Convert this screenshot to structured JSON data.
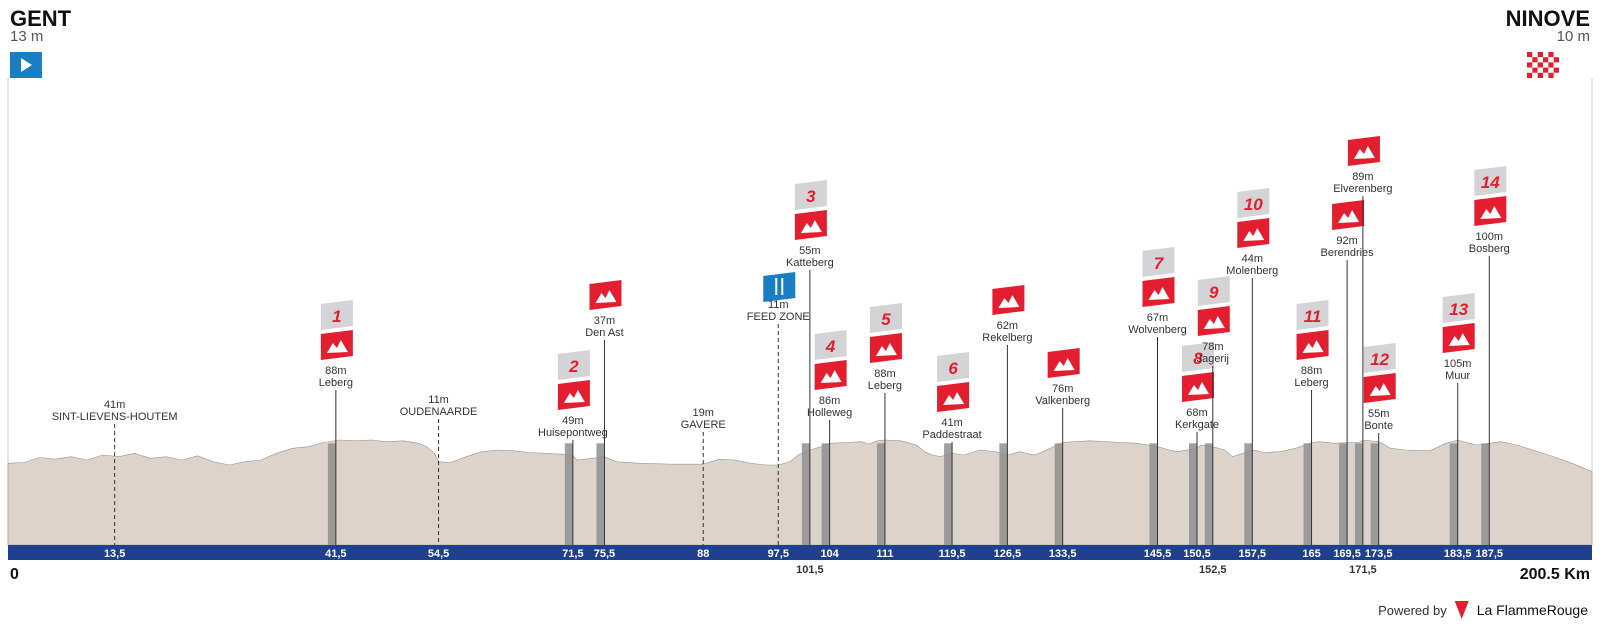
{
  "start": {
    "name": "GENT",
    "altitude": "13 m"
  },
  "finish": {
    "name": "NINOVE",
    "altitude": "10 m"
  },
  "axis": {
    "start_km": "0",
    "end_km": "200.5 Km"
  },
  "powered": {
    "label": "Powered by",
    "brand": "La FlammeRouge"
  },
  "chart_data": {
    "type": "area",
    "xlim": [
      0,
      200.5
    ],
    "profile": [
      [
        0,
        20
      ],
      [
        2,
        21
      ],
      [
        4,
        27
      ],
      [
        6,
        25
      ],
      [
        8,
        28
      ],
      [
        10,
        24
      ],
      [
        12,
        30
      ],
      [
        14,
        28
      ],
      [
        16,
        32
      ],
      [
        18,
        26
      ],
      [
        20,
        28
      ],
      [
        22,
        24
      ],
      [
        24,
        29
      ],
      [
        26,
        22
      ],
      [
        28,
        18
      ],
      [
        30,
        22
      ],
      [
        32,
        24
      ],
      [
        34,
        32
      ],
      [
        36,
        38
      ],
      [
        38,
        40
      ],
      [
        40,
        45
      ],
      [
        42,
        48
      ],
      [
        44,
        47
      ],
      [
        46,
        48
      ],
      [
        48,
        46
      ],
      [
        50,
        47
      ],
      [
        52,
        44
      ],
      [
        53,
        40
      ],
      [
        54,
        32
      ],
      [
        54.5,
        22
      ],
      [
        56,
        21
      ],
      [
        58,
        28
      ],
      [
        60,
        34
      ],
      [
        62,
        36
      ],
      [
        64,
        35
      ],
      [
        66,
        33
      ],
      [
        68,
        32
      ],
      [
        70,
        31
      ],
      [
        71.5,
        30
      ],
      [
        72,
        24
      ],
      [
        74,
        26
      ],
      [
        75.5,
        28
      ],
      [
        77,
        22
      ],
      [
        80,
        20
      ],
      [
        84,
        19
      ],
      [
        88,
        19
      ],
      [
        90,
        25
      ],
      [
        92,
        24
      ],
      [
        94,
        20
      ],
      [
        96,
        18
      ],
      [
        97.5,
        18
      ],
      [
        99,
        22
      ],
      [
        100,
        30
      ],
      [
        101.5,
        36
      ],
      [
        103,
        40
      ],
      [
        104,
        44
      ],
      [
        106,
        45
      ],
      [
        108,
        46
      ],
      [
        109,
        43
      ],
      [
        110,
        47
      ],
      [
        111,
        48
      ],
      [
        113,
        47
      ],
      [
        115,
        42
      ],
      [
        116,
        34
      ],
      [
        117,
        30
      ],
      [
        118,
        28
      ],
      [
        119.5,
        32
      ],
      [
        121,
        30
      ],
      [
        123,
        36
      ],
      [
        125,
        34
      ],
      [
        126.5,
        30
      ],
      [
        128,
        34
      ],
      [
        130,
        30
      ],
      [
        131,
        34
      ],
      [
        133.5,
        45
      ],
      [
        135,
        46
      ],
      [
        137,
        47
      ],
      [
        139,
        46
      ],
      [
        141,
        45
      ],
      [
        143,
        44
      ],
      [
        145.5,
        40
      ],
      [
        147,
        36
      ],
      [
        148,
        34
      ],
      [
        150.5,
        38
      ],
      [
        151,
        42
      ],
      [
        152.5,
        40
      ],
      [
        154,
        36
      ],
      [
        155,
        28
      ],
      [
        157,
        34
      ],
      [
        157.5,
        36
      ],
      [
        159,
        33
      ],
      [
        161,
        34
      ],
      [
        163,
        38
      ],
      [
        165,
        45
      ],
      [
        166,
        46
      ],
      [
        168,
        44
      ],
      [
        169.5,
        45
      ],
      [
        171,
        45
      ],
      [
        171.5,
        48
      ],
      [
        173.5,
        46
      ],
      [
        175,
        38
      ],
      [
        177,
        36
      ],
      [
        180,
        35
      ],
      [
        182,
        44
      ],
      [
        183.5,
        48
      ],
      [
        185,
        44
      ],
      [
        186,
        42
      ],
      [
        187.5,
        44
      ],
      [
        189,
        46
      ],
      [
        191,
        42
      ],
      [
        193,
        36
      ],
      [
        195,
        30
      ],
      [
        198,
        20
      ],
      [
        200.5,
        10
      ]
    ],
    "climbs": [
      {
        "num": "1",
        "km": 41.5,
        "altitude": "88m",
        "name": "Leberg"
      },
      {
        "num": "2",
        "km": 71.5,
        "altitude": "49m",
        "name": "Huisepontweg"
      },
      {
        "num": "",
        "km": 75.5,
        "altitude": "37m",
        "name": "Den Ast"
      },
      {
        "num": "3",
        "km": 101.5,
        "altitude": "55m",
        "name": "Katteberg"
      },
      {
        "num": "4",
        "km": 104,
        "altitude": "86m",
        "name": "Holleweg"
      },
      {
        "num": "5",
        "km": 111,
        "altitude": "88m",
        "name": "Leberg"
      },
      {
        "num": "6",
        "km": 119.5,
        "altitude": "41m",
        "name": "Paddestraat"
      },
      {
        "num": "",
        "km": 126.5,
        "altitude": "62m",
        "name": "Rekelberg"
      },
      {
        "num": "",
        "km": 133.5,
        "altitude": "76m",
        "name": "Valkenberg"
      },
      {
        "num": "7",
        "km": 145.5,
        "altitude": "67m",
        "name": "Wolvenberg"
      },
      {
        "num": "8",
        "km": 150.5,
        "altitude": "68m",
        "name": "Kerkgate"
      },
      {
        "num": "9",
        "km": 152.5,
        "altitude": "78m",
        "name": "Jagerij"
      },
      {
        "num": "10",
        "km": 157.5,
        "altitude": "44m",
        "name": "Molenberg"
      },
      {
        "num": "11",
        "km": 165,
        "altitude": "88m",
        "name": "Leberg"
      },
      {
        "num": "",
        "km": 169.5,
        "altitude": "92m",
        "name": "Berendries"
      },
      {
        "num": "",
        "km": 171.5,
        "altitude": "89m",
        "name": "Elverenberg"
      },
      {
        "num": "12",
        "km": 173.5,
        "altitude": "55m",
        "name": "Bonte"
      },
      {
        "num": "13",
        "km": 183.5,
        "altitude": "105m",
        "name": "Muur"
      },
      {
        "num": "14",
        "km": 187.5,
        "altitude": "100m",
        "name": "Bosberg"
      }
    ],
    "places": [
      {
        "km": 13.5,
        "altitude": "41m",
        "name": "SINT-LIEVENS-HOUTEM"
      },
      {
        "km": 54.5,
        "altitude": "11m",
        "name": "OUDENAARDE"
      },
      {
        "km": 88,
        "altitude": "19m",
        "name": "GAVERE"
      },
      {
        "km": 97.5,
        "altitude": "11m",
        "name": "FEED ZONE"
      }
    ],
    "km_marks_on_bar": [
      "13,5",
      "41,5",
      "54,5",
      "71,5",
      "75,5",
      "88",
      "97,5",
      "104",
      "111",
      "119,5",
      "126,5",
      "133,5",
      "145,5",
      "150,5",
      "157,5",
      "165",
      "169,5",
      "173,5",
      "183,5",
      "187,5"
    ],
    "km_marks_below_bar": [
      "101,5",
      "152,5",
      "171,5"
    ],
    "colors": {
      "terrain": "#dcd4cc",
      "hill_shade": "#8f8f8f",
      "bar": "#1f3f8f",
      "flag_red": "#e31e2f",
      "flag_number_bg": "#d4d3d6",
      "feed_blue": "#1a7ec4"
    }
  }
}
